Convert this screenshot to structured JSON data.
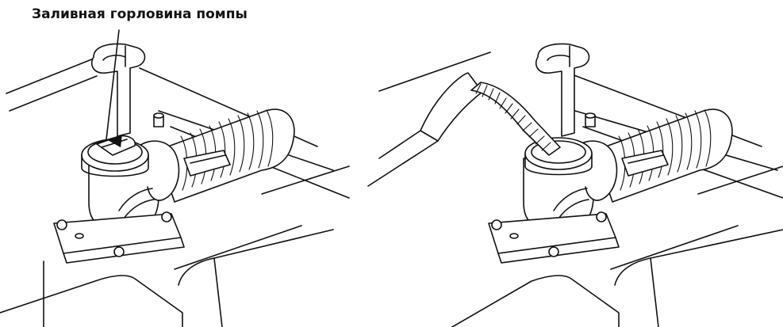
{
  "callout": {
    "label": "Заливная горловина помпы"
  },
  "colors": {
    "ink": "#111111",
    "paper": "#ffffff"
  },
  "figures": [
    {
      "id": "pump-cap-closed",
      "state": "cap-on"
    },
    {
      "id": "pump-filling-hose",
      "state": "hose-inserted"
    }
  ]
}
